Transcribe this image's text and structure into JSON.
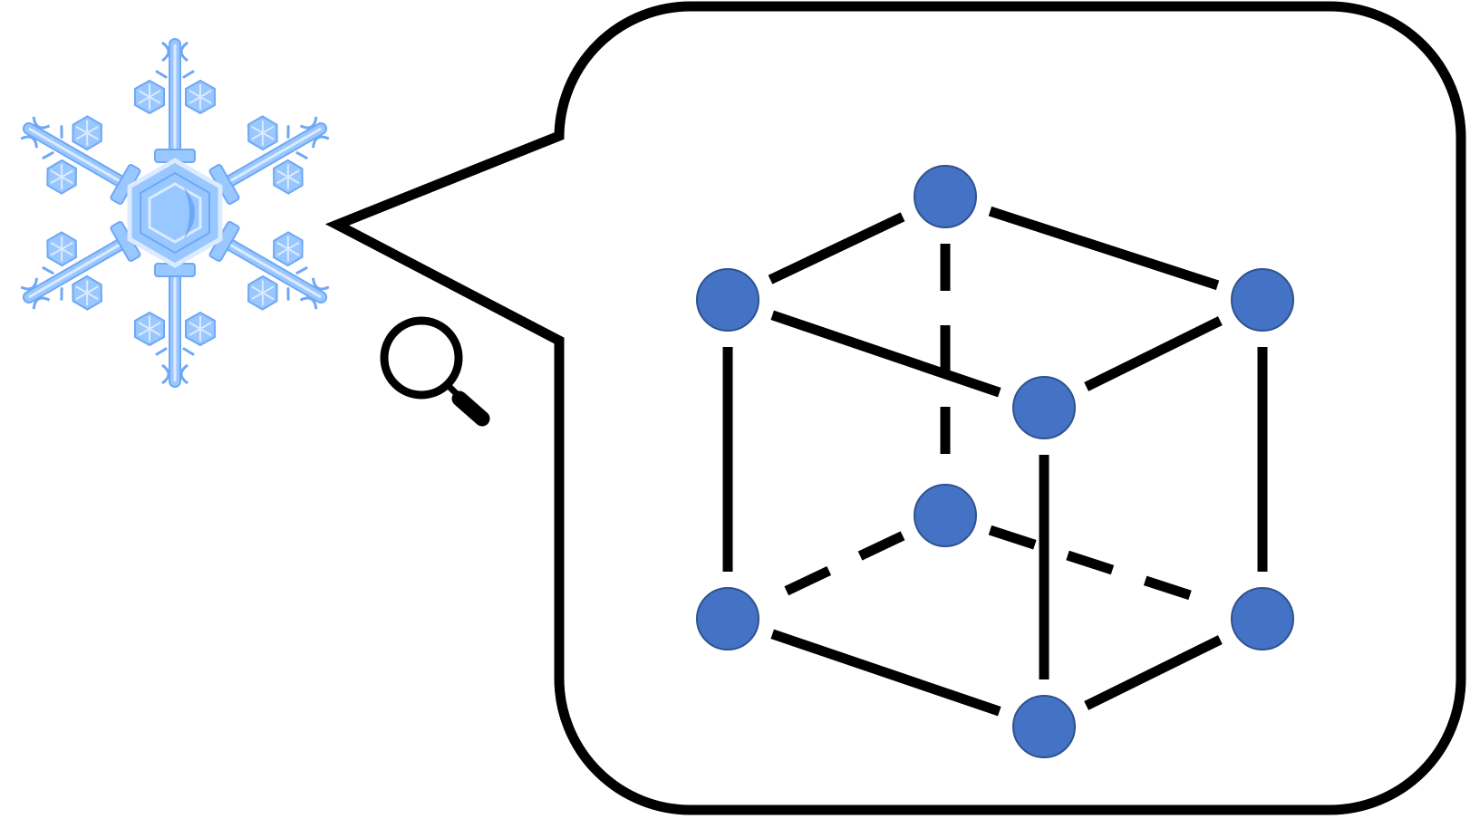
{
  "diagram": {
    "subject_icon": "snowflake-icon",
    "zoom_icon": "magnifier-icon",
    "detail_icon": "crystal-lattice-icon",
    "colors": {
      "outline": "#000000",
      "atom_fill": "#4472C4",
      "atom_stroke": "#2F528F",
      "snow_fill": "#99C7FF",
      "snow_dark": "#6FA8F5",
      "snow_light": "#DCEBFF",
      "background": "#FFFFFF"
    },
    "lattice": {
      "atoms": [
        {
          "id": "top-back"
        },
        {
          "id": "top-left"
        },
        {
          "id": "top-right"
        },
        {
          "id": "top-front"
        },
        {
          "id": "bottom-back"
        },
        {
          "id": "bottom-left"
        },
        {
          "id": "bottom-right"
        },
        {
          "id": "bottom-front"
        }
      ],
      "bonds": [
        {
          "from": "top-back",
          "to": "top-left",
          "style": "solid"
        },
        {
          "from": "top-back",
          "to": "top-right",
          "style": "solid"
        },
        {
          "from": "top-left",
          "to": "top-front",
          "style": "solid"
        },
        {
          "from": "top-right",
          "to": "top-front",
          "style": "solid"
        },
        {
          "from": "top-left",
          "to": "bottom-left",
          "style": "solid"
        },
        {
          "from": "top-right",
          "to": "bottom-right",
          "style": "solid"
        },
        {
          "from": "top-front",
          "to": "bottom-front",
          "style": "solid"
        },
        {
          "from": "bottom-left",
          "to": "bottom-front",
          "style": "solid"
        },
        {
          "from": "bottom-right",
          "to": "bottom-front",
          "style": "solid"
        },
        {
          "from": "top-back",
          "to": "bottom-back",
          "style": "dashed"
        },
        {
          "from": "bottom-back",
          "to": "bottom-left",
          "style": "dashed"
        },
        {
          "from": "bottom-back",
          "to": "bottom-right",
          "style": "dashed"
        }
      ]
    }
  }
}
